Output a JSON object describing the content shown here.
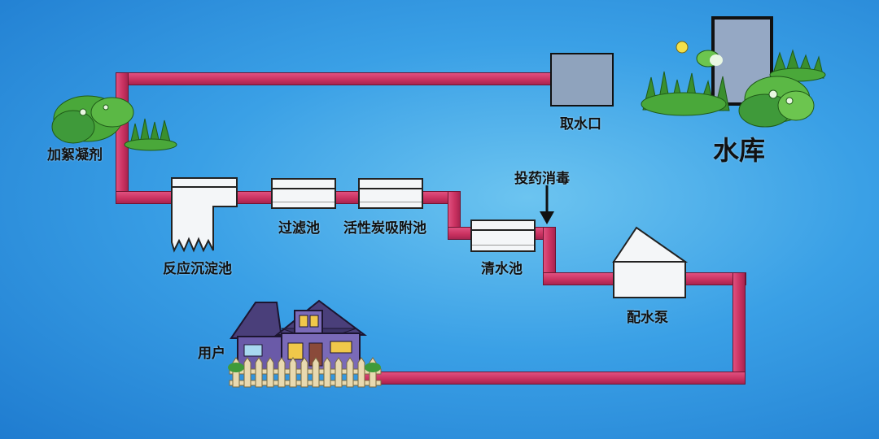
{
  "labels": {
    "reservoir": "水库",
    "intake": "取水口",
    "coagulant": "加絮凝剂",
    "sedimentation": "反应沉淀池",
    "filter": "过滤池",
    "carbon": "活性炭吸附池",
    "disinfect": "投药消毒",
    "clearwater": "清水池",
    "pump": "配水泵",
    "user": "用户"
  },
  "colors": {
    "pipe": "#c8305f",
    "background": "#3aa0e6",
    "tank_fill": "#f4f6f8",
    "intake_fill": "#8fa3bd",
    "house_body": "#6a5aa8",
    "house_roof": "#4a3f7a",
    "fence": "#e8d9b0",
    "grass": "#3f9a3a"
  }
}
